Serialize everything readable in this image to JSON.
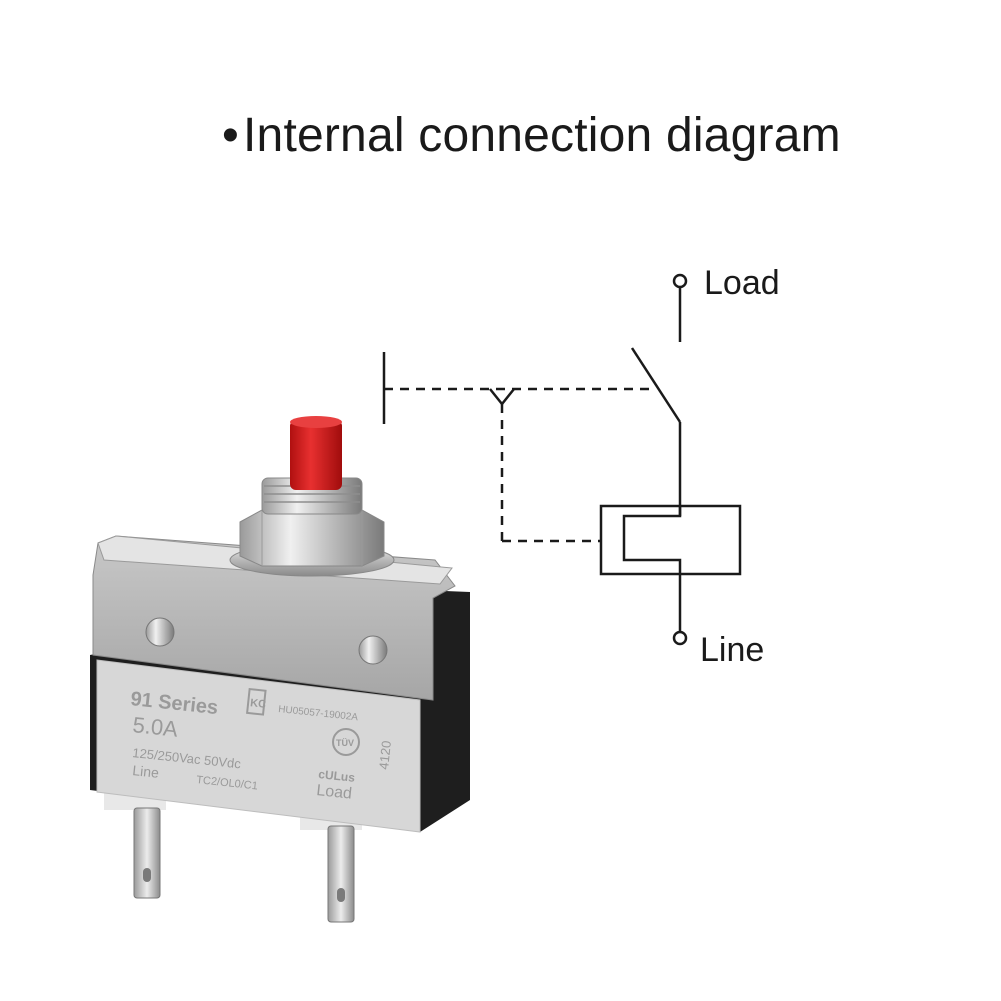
{
  "title": {
    "bullet": "•",
    "text": "Internal connection diagram"
  },
  "schematic": {
    "load_label": "Load",
    "line_label": "Line"
  },
  "product": {
    "button_color": "#e02020",
    "body_color": "#d8d8d8",
    "print": {
      "series": "91 Series",
      "rating": "5.0A",
      "cert_code": "HU05057-19002A",
      "voltage": "125/250Vac 50Vdc",
      "line": "Line",
      "model": "TC2/OL0/C1",
      "load": "Load",
      "number": "4120",
      "ul_mark": "cULus",
      "tuv_mark": "TÜV",
      "kc_mark": "KC"
    }
  }
}
